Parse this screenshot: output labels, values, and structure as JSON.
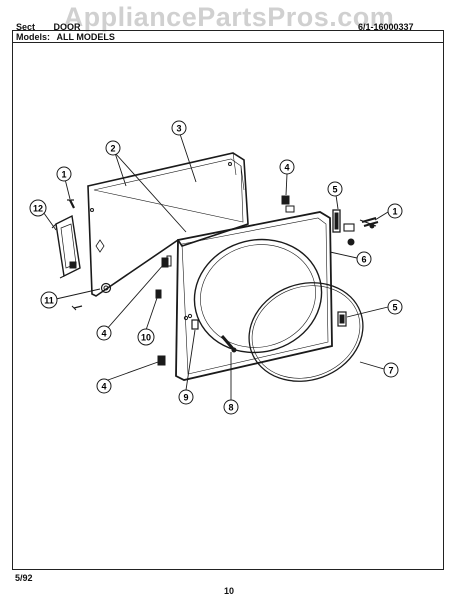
{
  "header": {
    "section_prefix": "Sect",
    "section_suffix": "DOOR",
    "part_number": "6/1-16000337",
    "models_label": "Models:",
    "models_value": "ALL MODELS"
  },
  "watermark": "AppliancePartsPros.com",
  "callouts": [
    "1",
    "2",
    "3",
    "4",
    "5",
    "6",
    "7",
    "8",
    "9",
    "10",
    "11",
    "12",
    "1",
    "4",
    "4",
    "5"
  ],
  "footer": {
    "date": "5/92",
    "page_number": "10"
  },
  "colors": {
    "line": "#1a1a1a",
    "watermark": "#8a8a8a"
  }
}
